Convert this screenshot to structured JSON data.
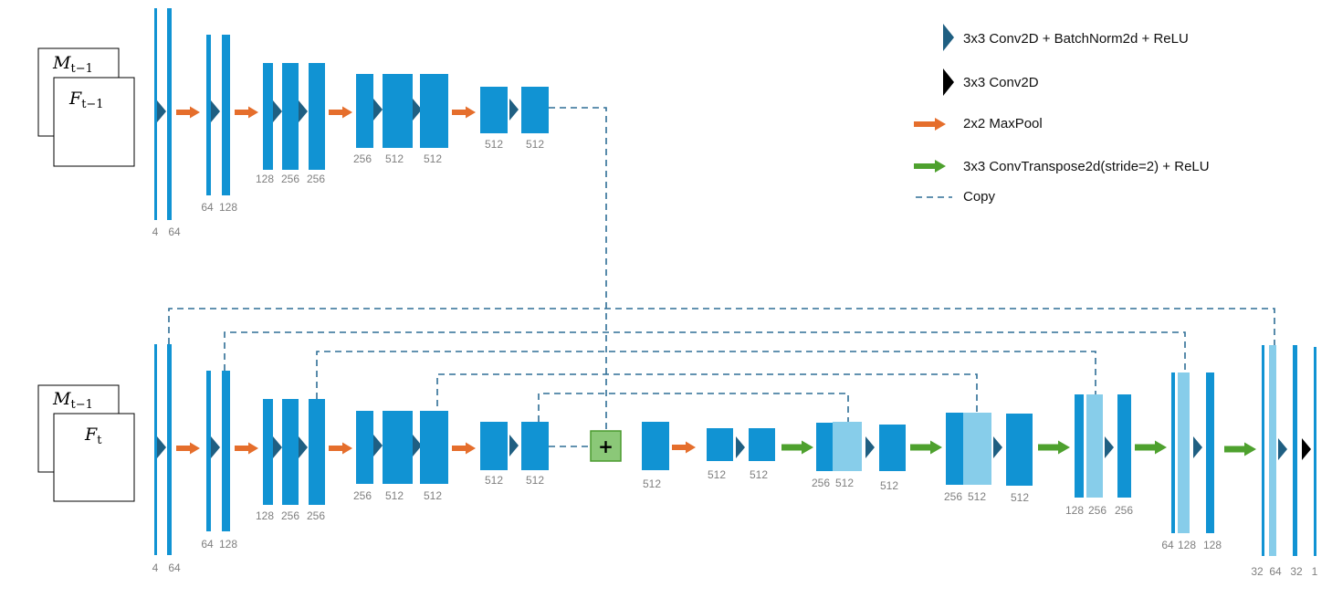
{
  "colors": {
    "block": "#1193d3",
    "block_light": "#87cdea",
    "conv_bn_relu": "#1f5f82",
    "conv": "#000000",
    "maxpool": "#e56e2c",
    "convtranspose": "#4ea12e",
    "copy": "#2e6e96",
    "sum_fill": "#8bc878",
    "sum_border": "#4a9a2e",
    "label": "#7f7f7f"
  },
  "legend": {
    "conv_bn_relu": "3x3 Conv2D + BatchNorm2d + ReLU",
    "conv": "3x3 Conv2D",
    "maxpool": "2x2 MaxPool",
    "convtranspose": "3x3 ConvTranspose2d(stride=2) + ReLU",
    "copy": "Copy"
  },
  "top_input": {
    "back_base": "M",
    "back_sub": "t−1",
    "front_base": "F",
    "front_sub": "t−1"
  },
  "bottom_input": {
    "back_base": "M",
    "back_sub": "t−1",
    "front_base": "F",
    "front_sub": "t"
  },
  "sum_symbol": "+",
  "labels": {
    "top_4": "4",
    "top_64": "64",
    "top_64b": "64",
    "top_128": "128",
    "top_128b": "128",
    "top_256": "256",
    "top_256b": "256",
    "top_256c": "256",
    "top_512": "512",
    "top_512b": "512",
    "top_512c": "512",
    "top_512d": "512",
    "bot_4": "4",
    "bot_64": "64",
    "bot_64b": "64",
    "bot_128": "128",
    "bot_128b": "128",
    "bot_256": "256",
    "bot_256b": "256",
    "bot_256c": "256",
    "bot_512": "512",
    "bot_512b": "512",
    "bot_512c": "512",
    "bot_512d": "512",
    "dec_512a": "512",
    "dec_512b": "512",
    "dec_512c": "512",
    "dec_256a": "256",
    "dec_512d": "512",
    "dec_512e": "512",
    "dec_256b": "256",
    "dec_512f": "512",
    "dec_512g": "512",
    "dec_128a": "128",
    "dec_256c": "256",
    "dec_256d": "256",
    "dec_64a": "64",
    "dec_128b": "128",
    "dec_128c": "128",
    "out_32": "32",
    "out_64": "64",
    "out_32b": "32",
    "out_1": "1"
  }
}
